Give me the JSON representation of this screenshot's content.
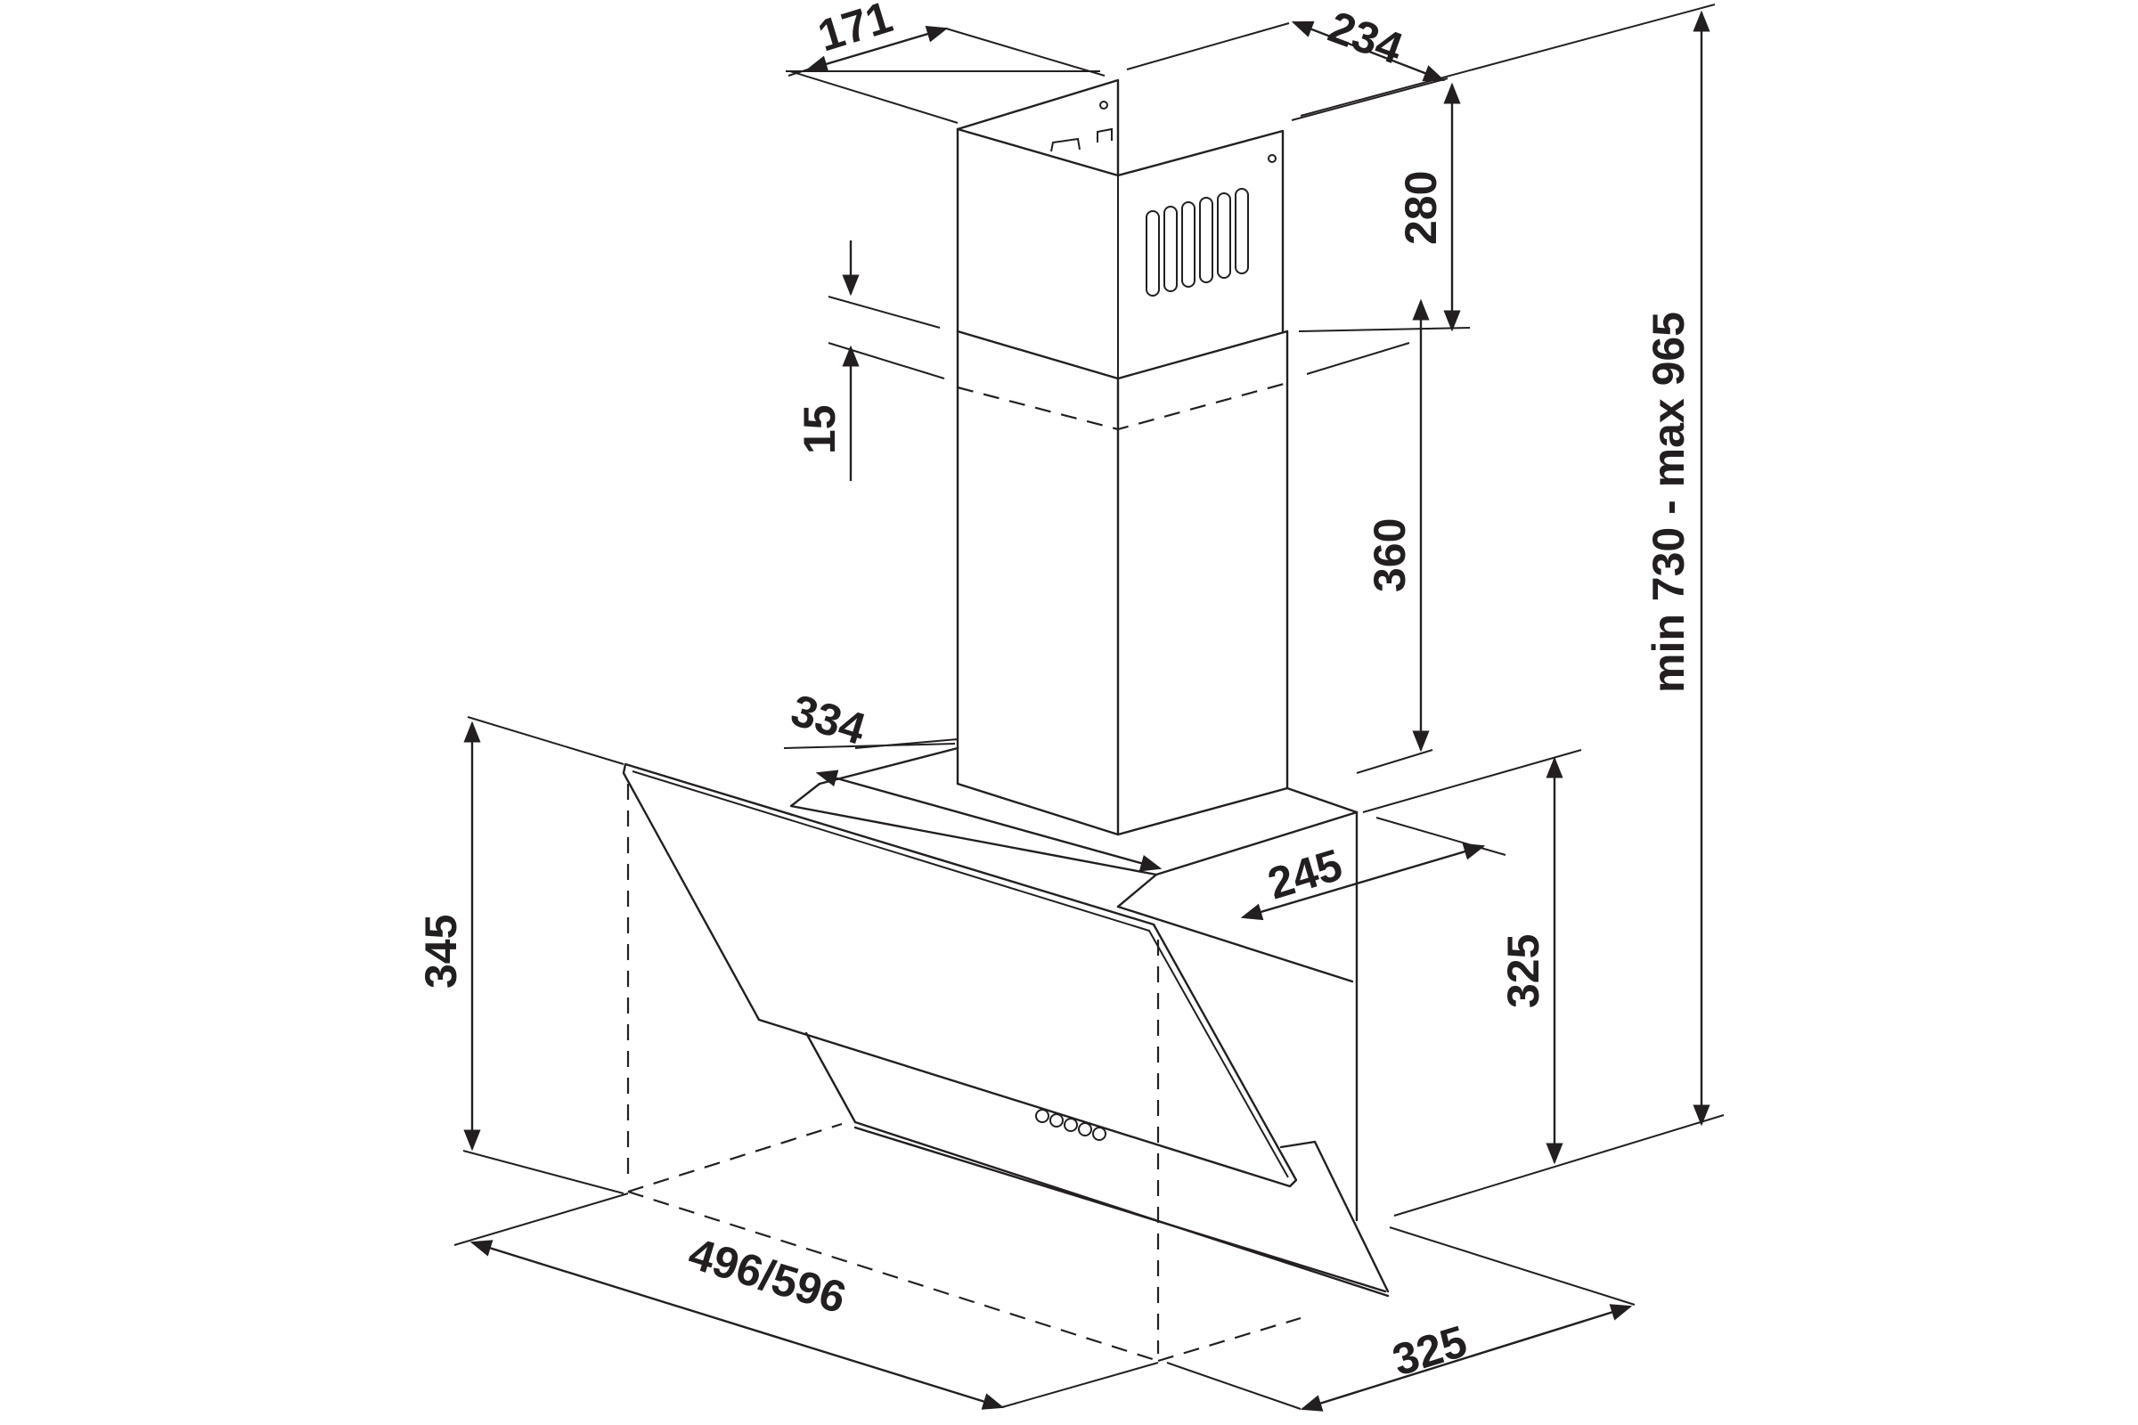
{
  "dimensions": {
    "chimney_side_depth": "171",
    "chimney_front_width": "234",
    "upper_chimney_height": "280",
    "overlap": "15",
    "lower_chimney_height": "360",
    "total_height": "min 730 - max 965",
    "base_width": "334",
    "base_depth": "245",
    "body_height": "345",
    "rear_height": "325",
    "hood_width": "496/596",
    "hood_depth": "325"
  },
  "colors": {
    "line": "#231f20",
    "background": "#ffffff"
  }
}
